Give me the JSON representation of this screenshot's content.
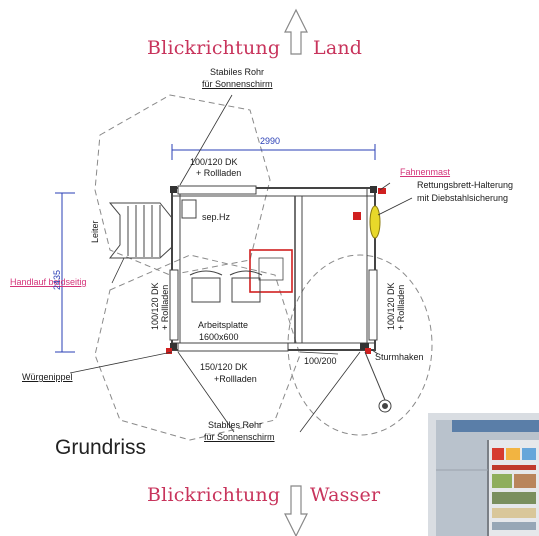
{
  "headings": {
    "top": {
      "left": "Blickrichtung",
      "right": "Land"
    },
    "bottom": {
      "left": "Blickrichtung",
      "right": "Wasser"
    }
  },
  "title": "Grundriss",
  "dimensions": {
    "width": "2990",
    "height": "2435",
    "door": "100/200"
  },
  "labels": {
    "rohr_top_1": "Stabiles Rohr",
    "rohr_top_2": "für Sonnenschirm",
    "rohr_bottom_1": "Stabiles Rohr",
    "rohr_bottom_2": "für Sonnenschirm",
    "window_top_1": "100/120 DK",
    "window_top_2": "+ Rollladen",
    "window_bottom_1": "150/120 DK",
    "window_bottom_2": "+Rollladen",
    "window_left_1": "100/120 DK",
    "window_left_2": "+ Rollladen",
    "window_right_1": "100/120 DK",
    "window_right_2": "+ Rollladen",
    "sep_hz": "sep.Hz",
    "arbeitsplatte_1": "Arbeitsplatte",
    "arbeitsplatte_2": "1600x600",
    "fahnenmast": "Fahnenmast",
    "rettung_1": "Rettungsbrett-Halterung",
    "rettung_2": "mit Diebstahlsicherung",
    "handlauf": "Handlauf beidseitig",
    "wuergenippel": "Würgenippel",
    "sturmhaken": "Sturmhaken",
    "leiter": "Leiter"
  },
  "colors": {
    "heading": "#c8345c",
    "pink_label": "#d4347a",
    "dimension": "#2a3fb5",
    "wall": "#444444",
    "buoy": "#e8d82a",
    "fixture_red": "#d02020"
  }
}
